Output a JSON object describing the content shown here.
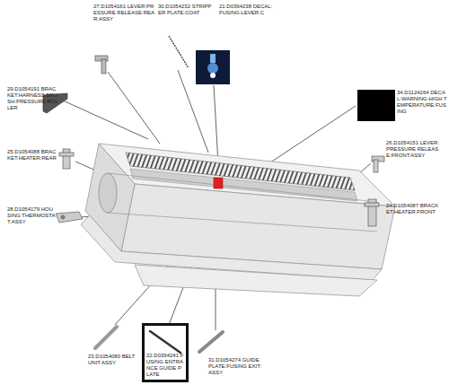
{
  "diagram": {
    "nodes": [
      {
        "text": [
          "22.D0394241 FUSING ENTRANCE GUIDE PLATE"
        ]
      }
    ],
    "labels": [
      "27.D1054161 LEVER:PRESSURE RELEASE:REAR:ASSY",
      "30.D1054232 STRIPPER PLATE:COAT",
      "21.D0394238 DECAL:FUSING:LEVER:C",
      "29.D1054191 BRACKET:HARNESS:BRUSH:PRESSURE:ROLLER",
      "34.D1124264 DECAL:WARNING:HIGH TEMPERATURE:FUSING",
      "25.D1054088 BRACKET:HEATER:REAR",
      "26.D1054151 LEVER:PRESSURE RELEASE:FRONT:ASSY",
      "28.D1054179 HOUSING:THERMOSTAT:ASSY",
      "24.D1054087 BRACKET:HEATER:FRONT",
      "23.D1054080 BELT UNIT:ASSY",
      "31.D1054274 GUIDE PLATE:FUSING EXIT:ASSY"
    ]
  }
}
